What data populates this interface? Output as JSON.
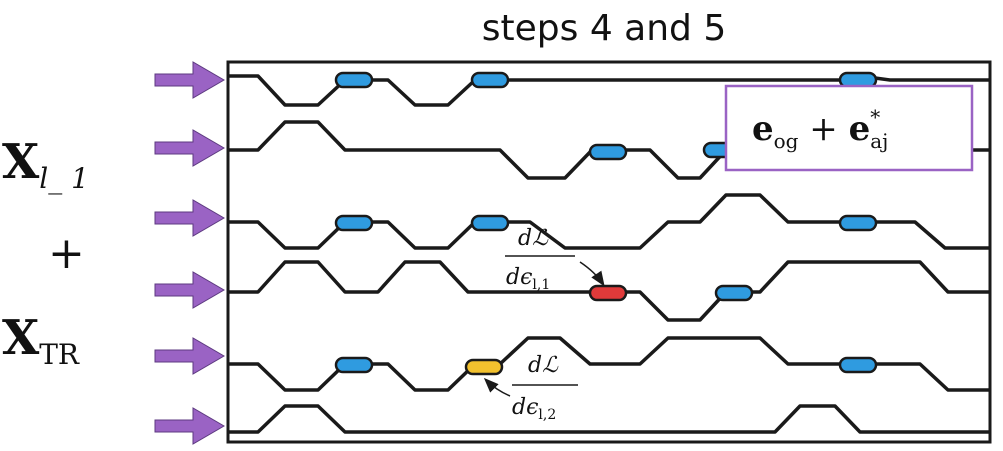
{
  "title": "steps 4 and 5",
  "left_label": {
    "top_main": "X",
    "top_sub": "l_ 1",
    "plus": "+",
    "bottom_main": "X",
    "bottom_sub": "TR"
  },
  "equation_box": {
    "term1": "e",
    "term1_sub": "og",
    "op": " + ",
    "term2": "e",
    "term2_sup": "*",
    "term2_sub": "aj"
  },
  "gradient_labels": [
    {
      "num": "dℒ",
      "den": "dϵ",
      "den_sub": "l,1"
    },
    {
      "num": "dℒ",
      "den": "dϵ",
      "den_sub": "l,2"
    }
  ],
  "colors": {
    "arrow": "#9a63c4",
    "phase_blue": "#2f9be0",
    "phase_red": "#e03a3a",
    "phase_yellow": "#f2c12e",
    "box_border": "#9a63c4",
    "line": "#1a1a1a"
  }
}
